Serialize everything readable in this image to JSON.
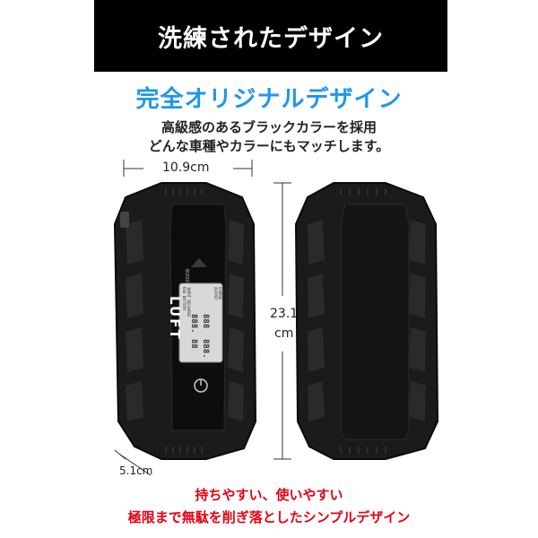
{
  "header": {
    "title": "洗練されたデザイン"
  },
  "subtitle": "完全オリジナルデザイン",
  "description": [
    "高級感のあるブラックカラーを採用",
    "どんな車種やカラーにもマッチします。"
  ],
  "dimensions": {
    "width": "10.9cm",
    "height_value": "23.1",
    "height_unit": "cm",
    "depth": "5.1cm"
  },
  "device": {
    "brand": "LUFT",
    "boost_label": "BOOST",
    "screen_lines": [
      "USB BATTERY",
      "INPUT RECHARGE",
      "OUTPUT",
      "CHARGE"
    ],
    "screen_digits": [
      "888.",
      "88",
      "888",
      "888."
    ],
    "colors": {
      "body": "#1b1b1b",
      "panel": "#0d0d0d",
      "screen": "#d8d8d8"
    }
  },
  "captions": [
    "持ちやすい、使いやすい",
    "極限まで無駄を削ぎ落としたシンプルデザイン"
  ]
}
